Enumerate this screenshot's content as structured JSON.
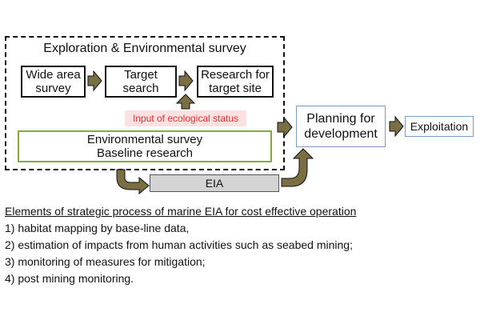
{
  "diagram": {
    "frame_title": "Exploration & Environmental survey",
    "boxes": {
      "wide_area": "Wide area\nsurvey",
      "target_search": "Target\nsearch",
      "research_target": "Research for\ntarget site",
      "ecological_input": "Input of ecological status",
      "env_survey": "Environmental survey\nBaseline research",
      "planning": "Planning for\ndevelopment",
      "exploitation": "Exploitation",
      "eia": "EIA"
    },
    "colors": {
      "arrow_fill": "#7a6f43",
      "green_border": "#7fae3f",
      "blue_border": "#7d9bc4",
      "red_text": "#e53030",
      "red_bg": "#fde0e0",
      "eia_bg": "#d4d4d4"
    }
  },
  "text": {
    "heading": "Elements of strategic process of marine EIA for cost effective operation",
    "items": [
      "1) habitat mapping by base-line data,",
      "2) estimation of impacts from human activities such as seabed mining;",
      "3) monitoring of measures for mitigation;",
      "4) post mining monitoring."
    ]
  }
}
